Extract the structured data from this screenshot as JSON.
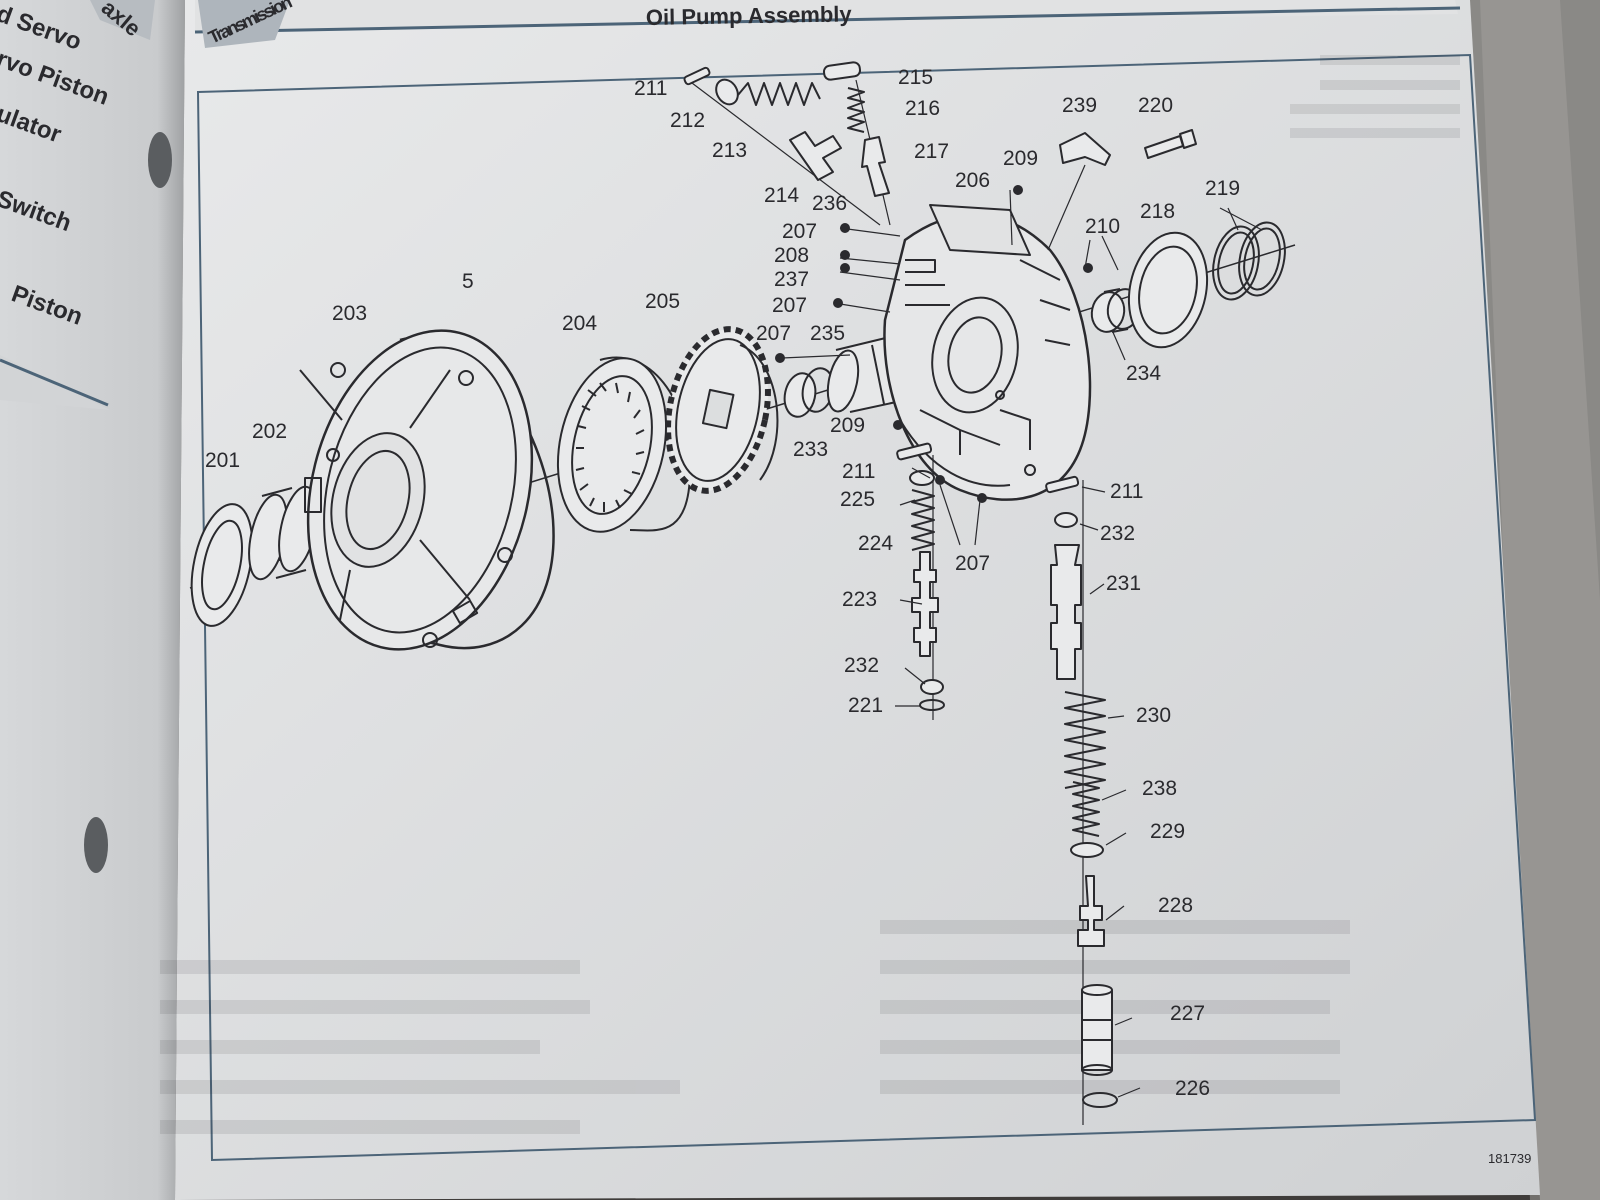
{
  "page": {
    "section_tab": "Transmission",
    "title": "Oil Pump Assembly",
    "figure_id": "181739"
  },
  "left_page": {
    "items": [
      "d Servo",
      "rvo Piston",
      "ulator",
      "Switch",
      "Piston"
    ],
    "tab_fragment": "axle"
  },
  "colors": {
    "paper": "#dcdedf",
    "ink": "#2a2a2e",
    "frame": "#4c6478"
  },
  "callouts": [
    "201",
    "202",
    "203",
    "5",
    "204",
    "205",
    "211",
    "212",
    "213",
    "214",
    "215",
    "216",
    "217",
    "236",
    "207",
    "208",
    "237",
    "207",
    "207",
    "235",
    "206",
    "209",
    "239",
    "220",
    "210",
    "218",
    "219",
    "234",
    "233",
    "209",
    "211",
    "225",
    "224",
    "223",
    "232",
    "221",
    "207",
    "211",
    "232",
    "231",
    "230",
    "238",
    "229",
    "228",
    "227",
    "226"
  ]
}
